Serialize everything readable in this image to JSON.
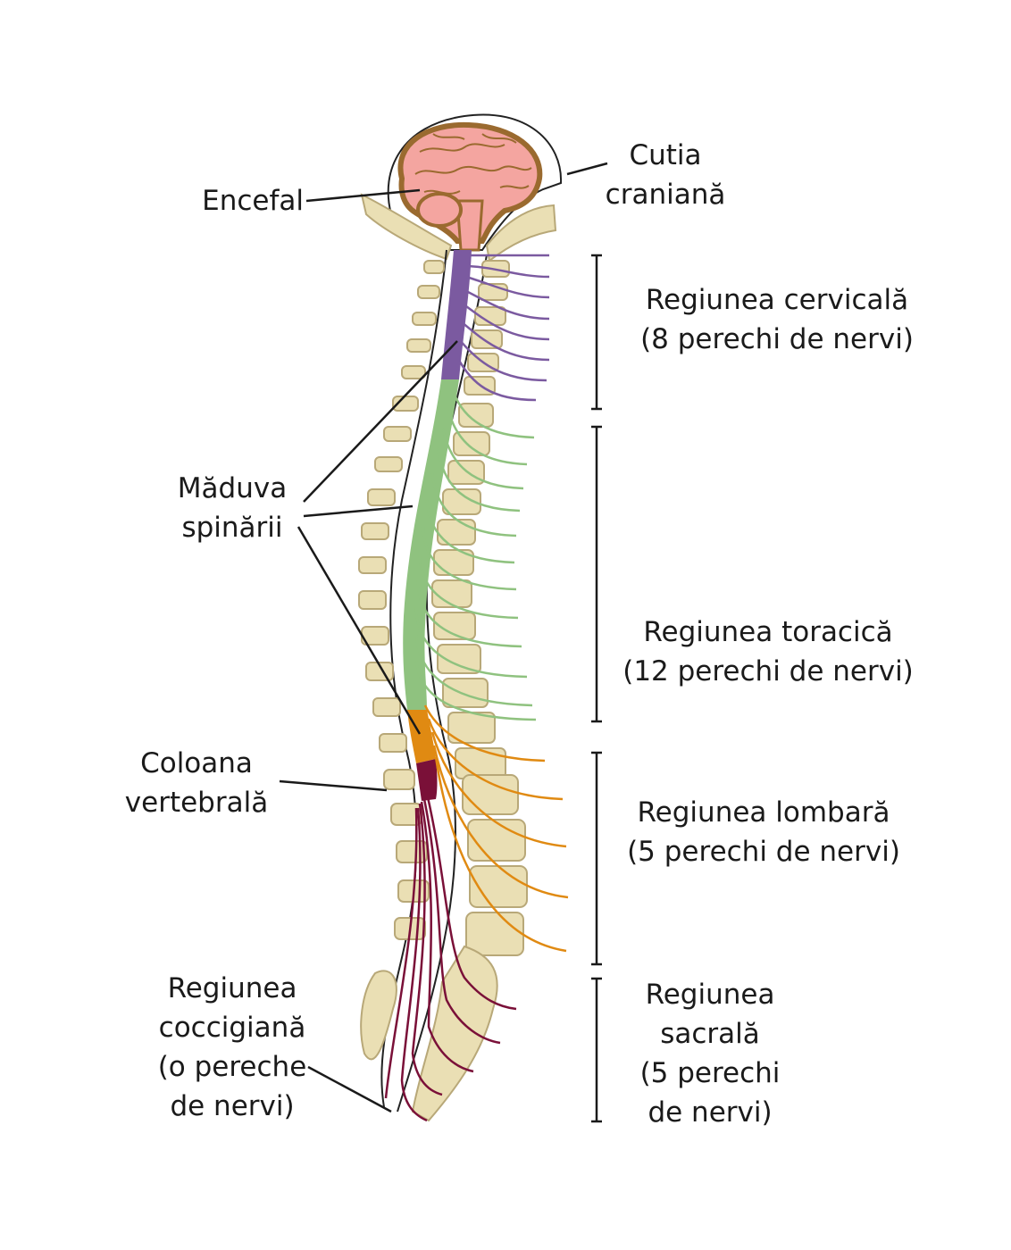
{
  "labels": {
    "encefal": "Encefal",
    "cutia": [
      "Cutia",
      "craniană"
    ],
    "maduva": [
      "Măduva",
      "spinării"
    ],
    "coloana": [
      "Coloana",
      "vertebrală"
    ],
    "coccigiana": [
      "Regiunea",
      "coccigiană",
      "(o pereche",
      "de nervi)"
    ],
    "cervicala": [
      "Regiunea cervicală",
      "(8 perechi de nervi)"
    ],
    "toracica": [
      "Regiunea toracică",
      "(12 perechi de nervi)"
    ],
    "lombara": [
      "Regiunea lombară",
      "(5 perechi de nervi)"
    ],
    "sacrala": [
      "Regiunea",
      "sacrală",
      "(5 perechi",
      "de nervi)"
    ]
  },
  "colors": {
    "brain": "#f4a5a0",
    "brain_outline": "#9a6a2f",
    "bone": "#eadfb4",
    "bone_outline": "#b8a878",
    "cervical": "#7b5aa0",
    "thoracic": "#8fc27f",
    "lumbar": "#e08a12",
    "sacral": "#7a1038",
    "line": "#1a1a1a"
  }
}
